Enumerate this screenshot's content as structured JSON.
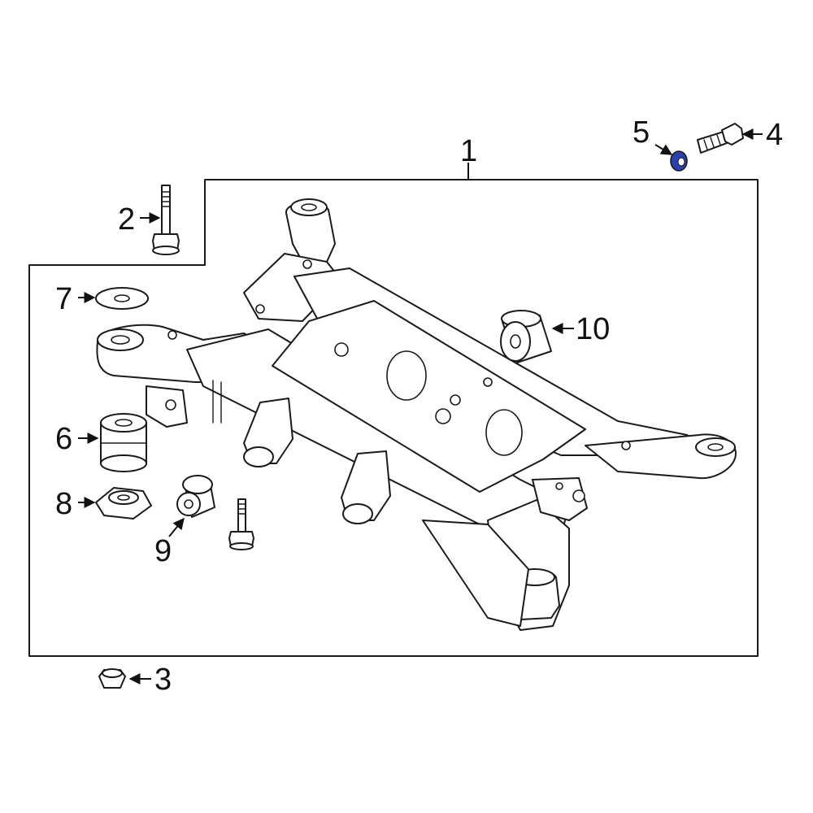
{
  "colors": {
    "line": "#1a1a1a",
    "background": "#ffffff",
    "highlight": "#2c3fb0"
  },
  "callouts": {
    "c1": "1",
    "c2": "2",
    "c3": "3",
    "c4": "4",
    "c5": "5",
    "c6": "6",
    "c7": "7",
    "c8": "8",
    "c9": "9",
    "c10": "10"
  },
  "parts": [
    {
      "callout": "1",
      "icon": "subframe-assembly-icon"
    },
    {
      "callout": "2",
      "icon": "bolt-icon"
    },
    {
      "callout": "3",
      "icon": "nut-icon"
    },
    {
      "callout": "4",
      "icon": "bolt-icon"
    },
    {
      "callout": "5",
      "icon": "highlighted-nut-icon",
      "highlighted": true
    },
    {
      "callout": "6",
      "icon": "bushing-icon"
    },
    {
      "callout": "7",
      "icon": "washer-icon"
    },
    {
      "callout": "8",
      "icon": "mount-bracket-icon"
    },
    {
      "callout": "9",
      "icon": "bushing-icon"
    },
    {
      "callout": "10",
      "icon": "bushing-icon"
    }
  ]
}
